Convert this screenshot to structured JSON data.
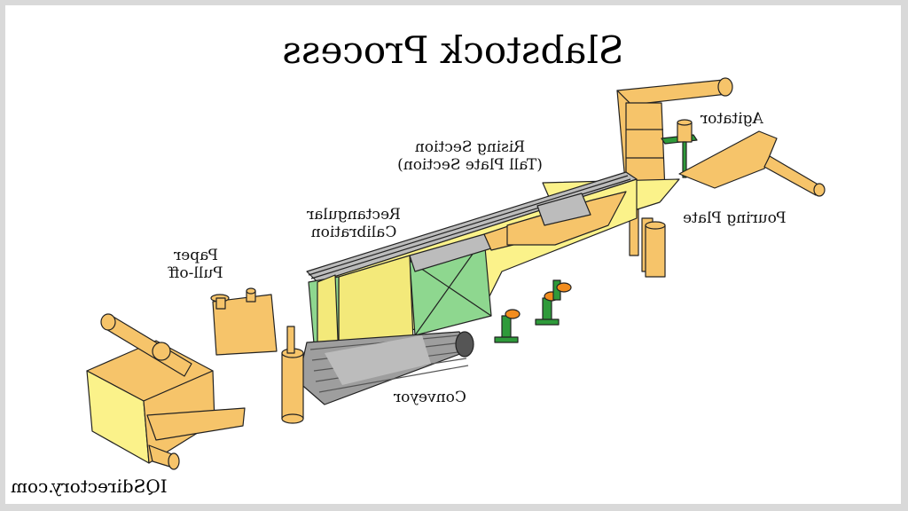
{
  "title": "Slabstock Process",
  "labels": {
    "agitator": "Agitator",
    "pouring_plate": "Pouring Plate",
    "rising_line1": "Rising Section",
    "rising_line2": "(Tall Plate Section)",
    "rect_line1": "Rectangular",
    "rect_line2": "Calibration",
    "paper_line1": "Paper",
    "paper_line2": "Pull-off",
    "conveyor": "Conveyor"
  },
  "credit": "IQSdirectory.com",
  "colors": {
    "paper": "#f6c46a",
    "foam": "#fbf28a",
    "frame_green": "#8ed78f",
    "steel_green": "#2e9a3a",
    "gray": "#bcbcbc",
    "orange": "#f28c1e"
  }
}
